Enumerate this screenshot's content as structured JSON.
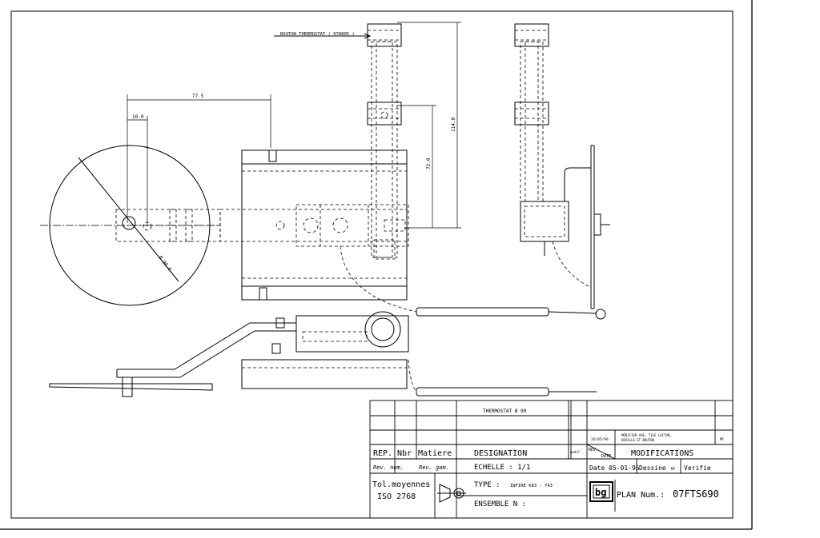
{
  "drawing": {
    "callout_thermostat_button": "BOUTON THERMOSTAT ( 078805 )",
    "dimensions": {
      "length_775": "77.5",
      "offset_100": "10.0",
      "height_1140": "114.0",
      "height_720": "72.0",
      "diameter_900": "Ø 90.0"
    }
  },
  "title_block": {
    "designation_cell": "THERMOSTAT Ø 90",
    "revision": {
      "date": "26/05/99",
      "text_line1": "MODIFIER AXE, TIGE LAITON,",
      "text_line2": "DOUILLE ET BOUTON",
      "initials": "MF",
      "small_label": "modif.",
      "rev_label": "REV.",
      "date_label": "DATE"
    },
    "headers": {
      "rep": "REP.",
      "nbr": "Nbr",
      "matiere": "Matiere",
      "designation": "DESIGNATION",
      "modifications": "MODIFICATIONS"
    },
    "rev_nom": "Rev. nom.",
    "rev_gam": "Rev. gam.",
    "echelle": "ECHELLE : 1/1",
    "date": "Date 05-01-96",
    "dessine_label": "Dessine",
    "dessine_initials": "MF",
    "verifie": "Verifie",
    "tolerance_line1": "Tol.moyennes",
    "tolerance_line2": "ISO 2768",
    "type_label": "TYPE :",
    "type_value": "INFIRE 683 - 743",
    "ensemble": "ENSEMBLE N :",
    "logo": "bg",
    "plan_label": "PLAN Num.:",
    "plan_number": "07FTS690"
  }
}
